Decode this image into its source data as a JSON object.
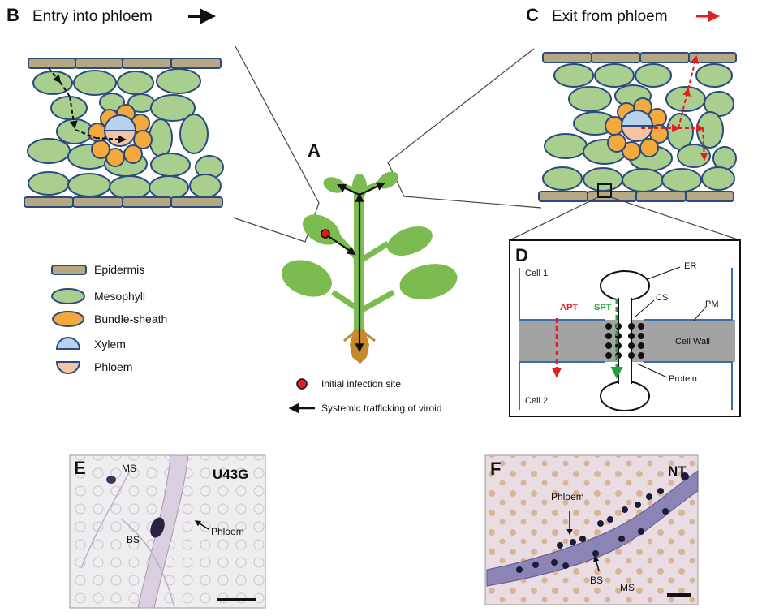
{
  "panel_b": {
    "letter": "B",
    "title": "Entry into phloem"
  },
  "panel_c": {
    "letter": "C",
    "title": "Exit from phloem"
  },
  "panel_a": {
    "letter": "A"
  },
  "legend": {
    "epidermis": "Epidermis",
    "mesophyll": "Mesophyll",
    "bundle_sheath": "Bundle-sheath",
    "xylem": "Xylem",
    "phloem": "Phloem",
    "infection": "Initial infection site",
    "trafficking": "Systemic trafficking of viroid"
  },
  "panel_d": {
    "letter": "D",
    "cell1": "Cell 1",
    "cell2": "Cell 2",
    "er": "ER",
    "cs": "CS",
    "pm": "PM",
    "apt": "APT",
    "spt": "SPT",
    "cell_wall": "Cell Wall",
    "protein": "Protein"
  },
  "panel_e": {
    "letter": "E",
    "tag": "U43G",
    "ms": "MS",
    "bs": "BS",
    "phloem": "Phloem"
  },
  "panel_f": {
    "letter": "F",
    "tag": "NT",
    "phloem": "Phloem",
    "bs": "BS",
    "ms": "MS"
  },
  "colors": {
    "epidermis": "#b5a882",
    "mesophyll": "#a9cf8f",
    "bundle_sheath": "#f3a93c",
    "xylem": "#b7d2ea",
    "phloem": "#f6c4a2",
    "outline": "#2b4a7e",
    "plant": "#7cbb4f",
    "root": "#c68a2e",
    "apt": "#e02020",
    "spt": "#23a03a"
  }
}
